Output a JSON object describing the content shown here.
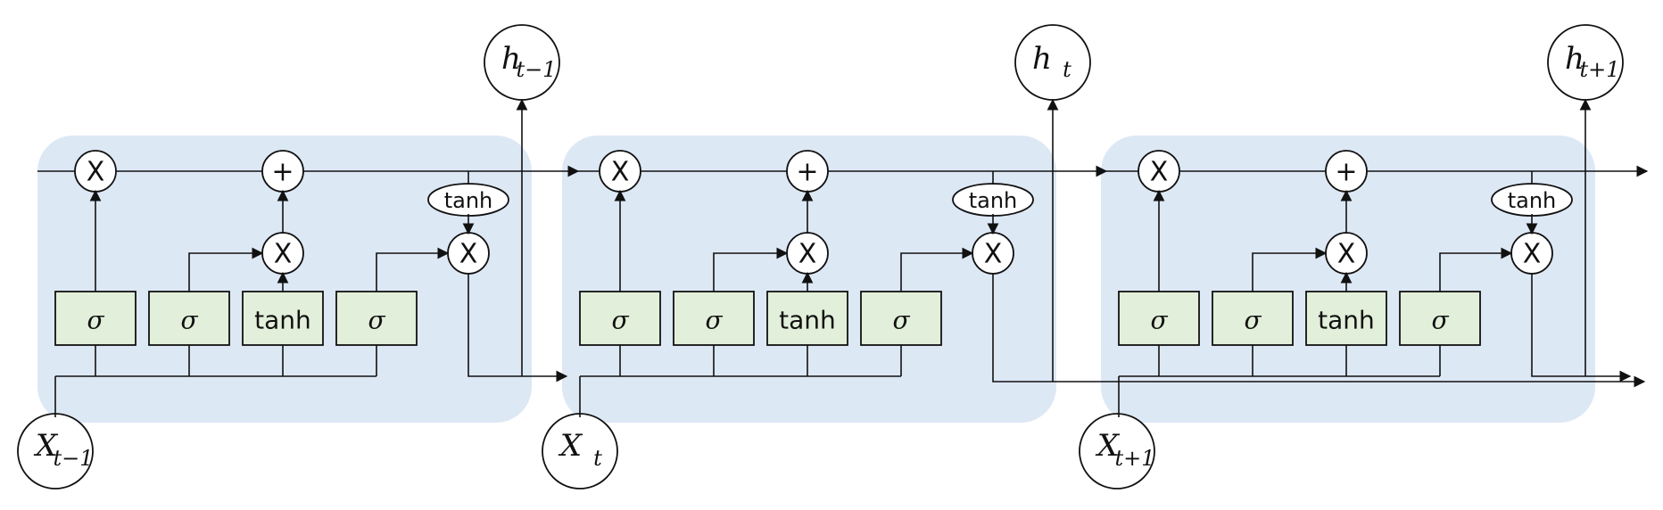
{
  "diagram": {
    "cells": [
      {
        "gates": [
          "σ",
          "σ",
          "tanh",
          "σ"
        ],
        "forget_op": "X",
        "add_op": "+",
        "input_op": "X",
        "output_op": "X",
        "cell_tanh": "tanh",
        "input": {
          "base": "X",
          "sub": "t−1"
        },
        "output": {
          "base": "h",
          "sub": "t−1"
        }
      },
      {
        "gates": [
          "σ",
          "σ",
          "tanh",
          "σ"
        ],
        "forget_op": "X",
        "add_op": "+",
        "input_op": "X",
        "output_op": "X",
        "cell_tanh": "tanh",
        "input": {
          "base": "X",
          "sub": "t"
        },
        "output": {
          "base": "h",
          "sub": "t"
        }
      },
      {
        "gates": [
          "σ",
          "σ",
          "tanh",
          "σ"
        ],
        "forget_op": "X",
        "add_op": "+",
        "input_op": "X",
        "output_op": "X",
        "cell_tanh": "tanh",
        "input": {
          "base": "X",
          "sub": "t+1"
        },
        "output": {
          "base": "h",
          "sub": "t+1"
        }
      }
    ]
  }
}
